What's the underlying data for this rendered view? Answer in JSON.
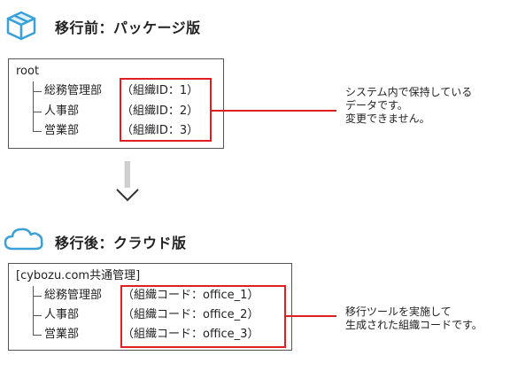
{
  "before": {
    "heading": "移行前：パッケージ版",
    "icon": "package-box-icon",
    "root_label": "root",
    "departments": [
      "総務管理部",
      "人事部",
      "営業部"
    ],
    "org_ids": [
      "（組織ID：1）",
      "（組織ID：2）",
      "（組織ID：3）"
    ],
    "note_lines": [
      "システム内で保持している",
      "データです。",
      "変更できません。"
    ]
  },
  "arrow": {
    "icon": "arrow-down-icon"
  },
  "after": {
    "heading": "移行後：クラウド版",
    "icon": "cloud-icon",
    "root_label": "[cybozu.com共通管理]",
    "departments": [
      "総務管理部",
      "人事部",
      "営業部"
    ],
    "org_codes": [
      "（組織コード：office_1）",
      "（組織コード：office_2）",
      "（組織コード：office_3）"
    ],
    "note_lines": [
      "移行ツールを実施して",
      "生成された組織コードです。"
    ]
  },
  "colors": {
    "accent_blue": "#3aa0d8",
    "highlight_red": "#e02020"
  }
}
